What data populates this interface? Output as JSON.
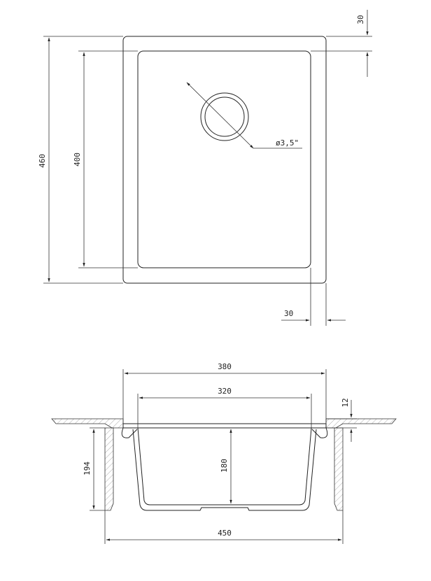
{
  "top_view": {
    "height_outer": "460",
    "height_inner": "400",
    "rim_top": "30",
    "rim_right": "30",
    "drain": "ø3,5\""
  },
  "section_view": {
    "width_top": "380",
    "width_bowl": "320",
    "rim_thickness": "12",
    "depth_total": "194",
    "depth_bowl": "180",
    "width_cutout": "450"
  }
}
